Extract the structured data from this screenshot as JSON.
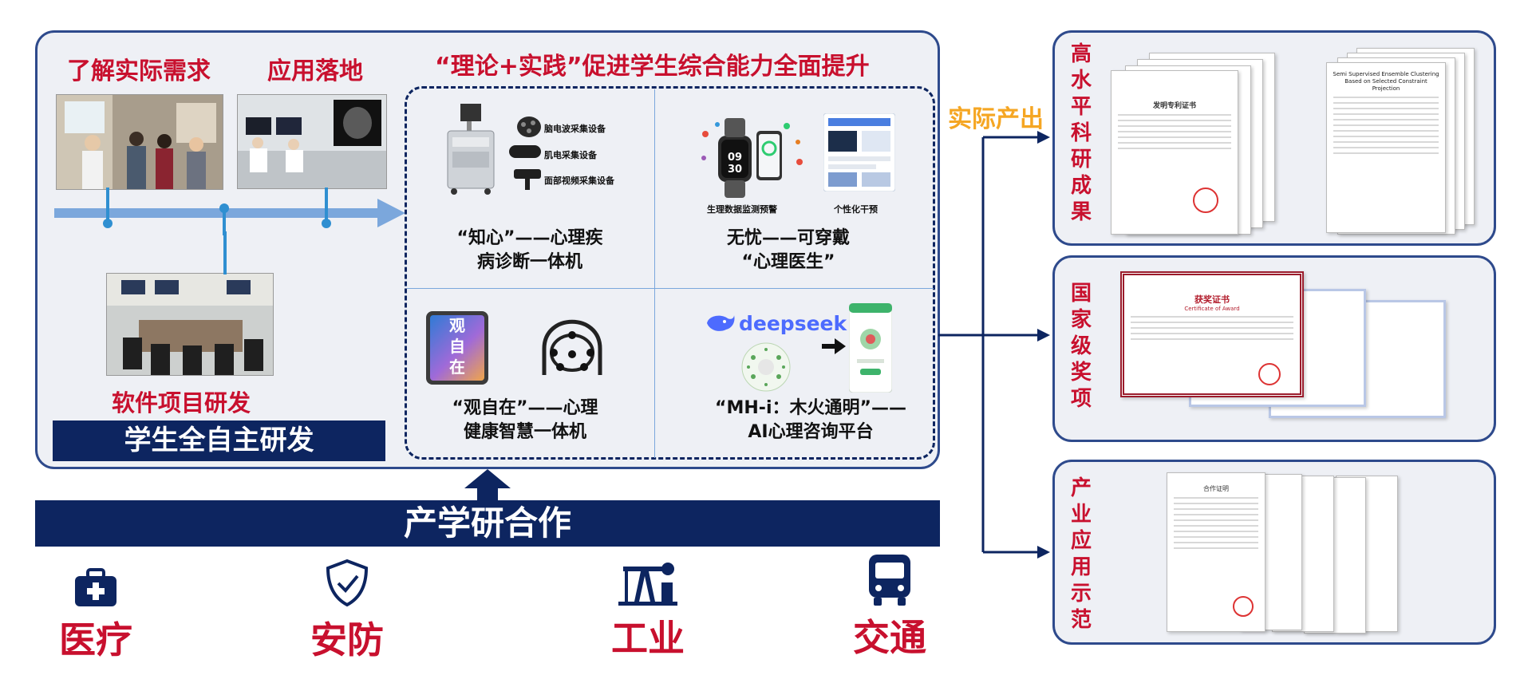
{
  "left_panel": {
    "step_labels": {
      "understand": "了解实际需求",
      "apply": "应用落地",
      "develop": "软件项目研发"
    },
    "banner": "学生全自主研发",
    "headline": "“理论+实践”促进学生综合能力全面提升"
  },
  "products": [
    {
      "caption_line1": "“知心”——心理疾",
      "caption_line2": "病诊断一体机",
      "devices": [
        "脑电波采集设备",
        "肌电采集设备",
        "面部视频采集设备"
      ]
    },
    {
      "caption_line1": "无忧——可穿戴",
      "caption_line2": "“心理医生”",
      "features": [
        "生理数据监测预警",
        "个性化干预"
      ],
      "watch_time": "09 30"
    },
    {
      "caption_line1": "“观自在”——心理",
      "caption_line2": "健康智慧一体机",
      "tablet_text": [
        "观",
        "自",
        "在"
      ]
    },
    {
      "caption_line1": "“MH-i：木火通明”——",
      "caption_line2": "AI心理咨询平台",
      "brand": "deepseek"
    }
  ],
  "bottom_banner": "产学研合作",
  "sectors": [
    {
      "label": "医疗",
      "icon": "medical-kit-icon"
    },
    {
      "label": "安防",
      "icon": "shield-check-icon"
    },
    {
      "label": "工业",
      "icon": "oil-pump-icon"
    },
    {
      "label": "交通",
      "icon": "bus-icon"
    }
  ],
  "output_label": "实际产出",
  "outputs": [
    {
      "label": "高水平科研成果",
      "cert_title": "发明专利证书",
      "paper_title": "Semi Supervised Ensemble Clustering Based on Selected Constraint Projection"
    },
    {
      "label": "国家级奖项",
      "award_title": "获奖证书",
      "award_subtitle": "Certificate of Award"
    },
    {
      "label": "产业应用示范",
      "doc_title": "合作证明"
    }
  ],
  "colors": {
    "accent_red": "#c8102e",
    "navy": "#0d2560",
    "arrow_blue": "#7ba7dc",
    "orange": "#f5a623",
    "panel_border": "#2e4a8c"
  }
}
